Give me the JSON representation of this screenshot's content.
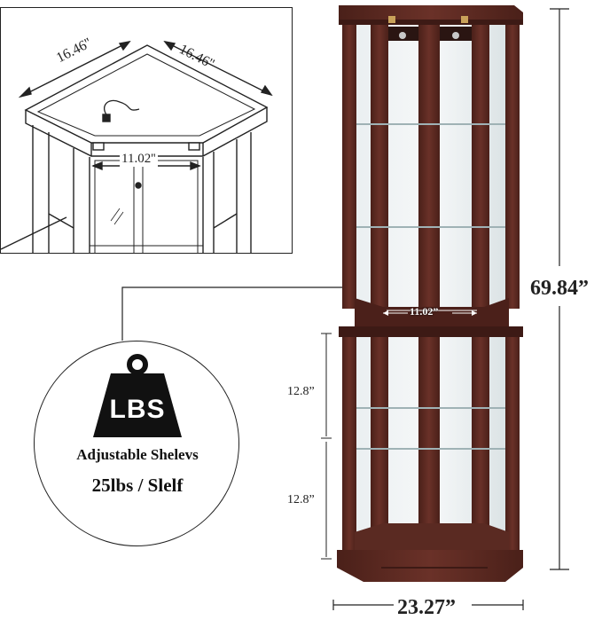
{
  "inset_diagram": {
    "top_side_left": "16.46''",
    "top_side_right": "16.46''",
    "front_width": "11.02''"
  },
  "cabinet": {
    "height_label": "69.84”",
    "width_label": "23.27”",
    "upper_inner_width_label": "11.02”",
    "lower_shelf_gap_1": "12.8”",
    "lower_shelf_gap_2": "12.8”"
  },
  "weight_badge": {
    "icon_text": "LBS",
    "line1": "Adjustable Shelevs",
    "line2": "25lbs / Slelf"
  },
  "colors": {
    "wood": "#5b2a22",
    "wood_dark": "#3d1a15",
    "glass": "#dfe6e8",
    "brass": "#c9a25a"
  }
}
